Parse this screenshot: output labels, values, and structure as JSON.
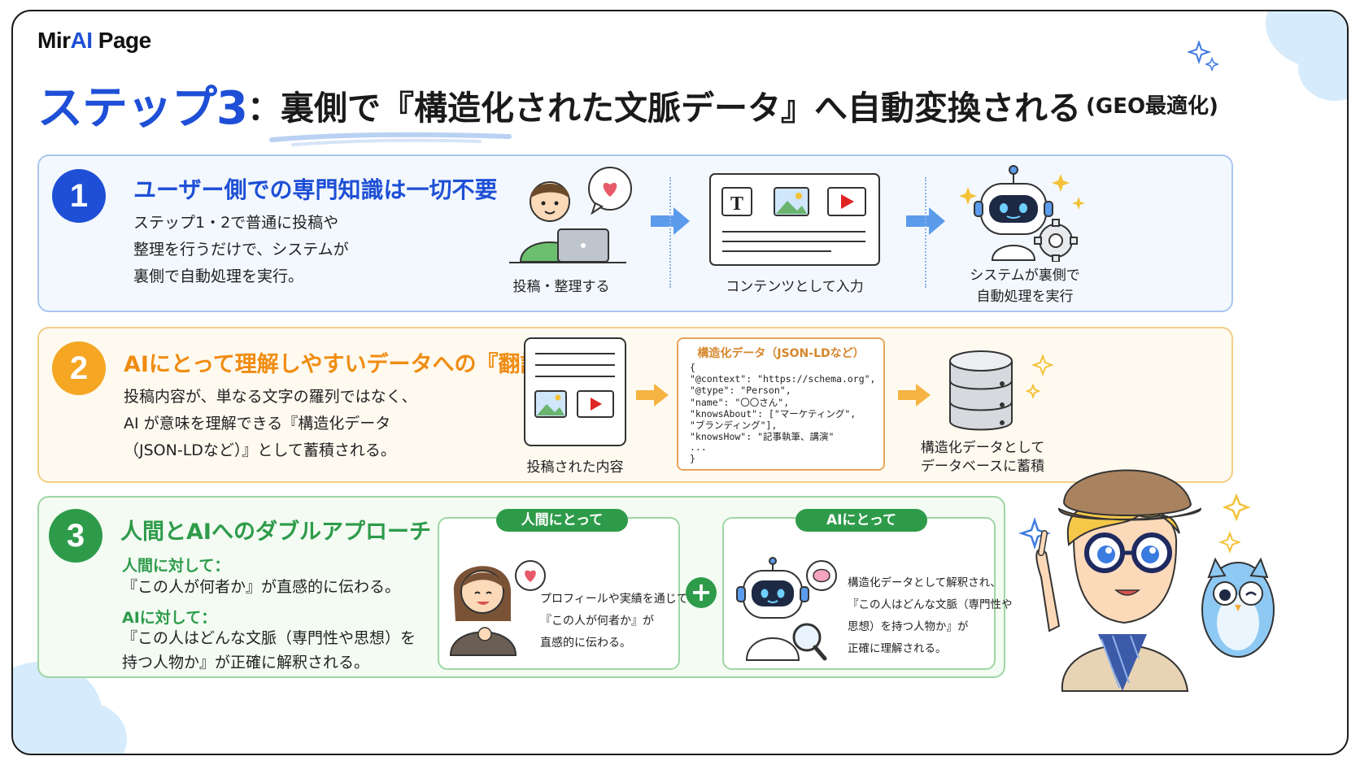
{
  "logo": {
    "part1": "Mir",
    "part2": "AI",
    "part3": " Page"
  },
  "title": {
    "step": "ステップ3",
    "colon": "：",
    "main": "裏側で『構造化された文脈データ』へ自動変換される",
    "sub": "(GEO最適化)"
  },
  "sections": [
    {
      "number": "1",
      "heading": "ユーザー側での専門知識は一切不要",
      "body": [
        "ステップ1・2で普通に投稿や",
        "整理を行うだけで、システムが",
        "裏側で自動処理を実行。"
      ],
      "flow": [
        "投稿・整理する",
        "コンテンツとして入力",
        "システムが裏側で",
        "自動処理を実行"
      ],
      "icon_T": "T"
    },
    {
      "number": "2",
      "heading": "AIにとって理解しやすいデータへの『翻訳』",
      "body": [
        "投稿内容が、単なる文字の羅列ではなく、",
        "AI が意味を理解できる『構造化データ",
        "（JSON-LDなど）』として蓄積される。"
      ],
      "flow": [
        "投稿された内容",
        "構造化データとして",
        "データベースに蓄積"
      ],
      "json_title": "構造化データ（JSON-LDなど）",
      "json_lines": [
        "{",
        "  \"@context\": \"https://schema.org\",",
        "  \"@type\": \"Person\",",
        "  \"name\": \"〇〇さん\",",
        "  \"knowsAbout\": [\"マーケティング\",",
        "  \"ブランディング\"],",
        "  \"knowsHow\": \"記事執筆、講演\"",
        "  ...",
        "}"
      ]
    },
    {
      "number": "3",
      "heading": "人間とAIへのダブルアプローチ",
      "human_label": "人間に対して：",
      "human_text": "『この人が何者か』が直感的に伝わる。",
      "ai_label": "AIに対して：",
      "ai_text": [
        "『この人はどんな文脈（専門性や思想）を",
        "持つ人物か』が正確に解釈される。"
      ],
      "card_human": {
        "pill": "人間にとって",
        "text": [
          "プロフィールや実績を通じて",
          "『この人が何者か』が",
          "直感的に伝わる。"
        ]
      },
      "card_ai": {
        "pill": "AIにとって",
        "text": [
          "構造化データとして解釈され、",
          "『この人はどんな文脈（専門性や",
          "思想）を持つ人物か』が",
          "正確に理解される。"
        ]
      },
      "plus": "+"
    }
  ],
  "colors": {
    "blue": "#1e4fd6",
    "orange": "#f5a623",
    "green": "#2e9b4a",
    "json_orange": "#d6862c"
  }
}
